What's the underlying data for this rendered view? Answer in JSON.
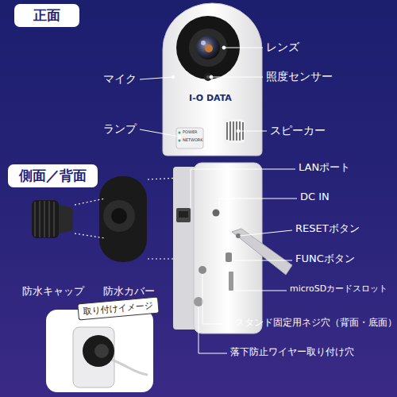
{
  "diagram": {
    "nodes": [
      {
        "text": [
          "正面"
        ]
      },
      {
        "text": [
          "側面／背面"
        ]
      },
      {
        "text": [
          "取り付けイメージ"
        ]
      }
    ],
    "labels": [
      "レンズ",
      "マイク",
      "照度センサー",
      "I-O DATA",
      "POWER",
      "NETWORK",
      "ランプ",
      "スピーカー",
      "LANポート",
      "DC IN",
      "RESETボタン",
      "FUNCボタン",
      "microSDカードスロット",
      "スタンド固定用ネジ穴（背面・底面）",
      "落下防止ワイヤー取り付け穴",
      "防水キャップ",
      "防水カバー"
    ]
  }
}
